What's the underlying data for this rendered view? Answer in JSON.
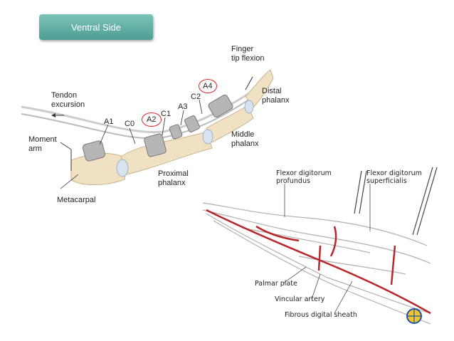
{
  "badge": "Ventral Side",
  "top_figure": {
    "finger_tip_flexion": [
      "Finger",
      "tip flexion"
    ],
    "tendon_excursion": [
      "Tendon",
      "excursion"
    ],
    "distal_phalanx": [
      "Distal",
      "phalanx"
    ],
    "middle_phalanx": [
      "Middle",
      "phalanx"
    ],
    "proximal_phalanx": [
      "Proximal",
      "phalanx"
    ],
    "moment_arm": [
      "Moment",
      "arm"
    ],
    "metacarpal": "Metacarpal",
    "pulleys": {
      "A1": "A1",
      "C0": "C0",
      "A2": "A2",
      "C1": "C1",
      "A3": "A3",
      "C2": "C2",
      "A4": "A4"
    },
    "highlighted": [
      "A2",
      "A4"
    ],
    "highlight_color": "#d22222"
  },
  "bottom_figure": {
    "fdp": [
      "Flexor digitorum",
      "profundus"
    ],
    "fds": [
      "Flexor digitorum",
      "superficialis"
    ],
    "palmar_plate": "Palmar plate",
    "vincular_artery": "Vincular artery",
    "fibrous_sheath": "Fibrous digital sheath",
    "artery_color": "#b8262b"
  },
  "logo": "globe-logo-icon"
}
